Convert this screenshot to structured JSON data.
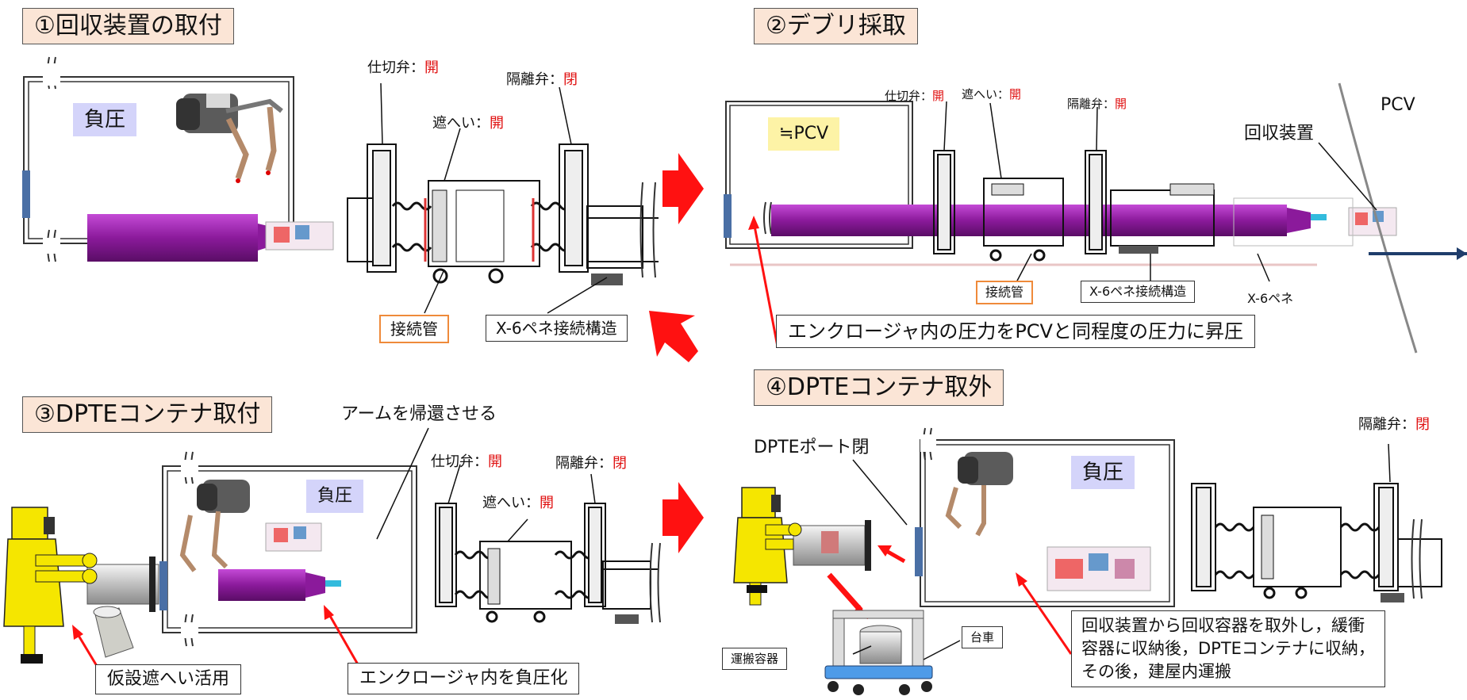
{
  "steps": {
    "s1": "①回収装置の取付",
    "s2": "②デブリ採取",
    "s3": "③DPTEコンテナ取付",
    "s4": "④DPTEコンテナ取外"
  },
  "labels": {
    "gate_valve": "仕切弁：",
    "isolation_valve": "隔離弁：",
    "shield": "遮へい：",
    "open": "開",
    "closed": "閉",
    "negative_pressure": "負圧",
    "approx_pcv": "≒PCV",
    "pcv": "PCV",
    "recovery_device": "回収装置",
    "connecting_pipe": "接続管",
    "x6_connection": "X-6ペネ接続構造",
    "x6_pene": "X-6ペネ",
    "return_arm": "アームを帰還させる",
    "dpte_port_closed": "DPTEポート閉",
    "transport_container": "運搬容器",
    "cart": "台車"
  },
  "notes": {
    "pressurize": "エンクロージャ内の圧力をPCVと同程度の圧力に昇圧",
    "temp_shield": "仮設遮へい活用",
    "depressurize": "エンクロージャ内を負圧化",
    "remove_line1": "回収装置から回収容器を取外し，緩衝",
    "remove_line2": "容器に収納後，DPTEコンテナに収納，",
    "remove_line3": "その後，建屋内運搬"
  },
  "colors": {
    "title_bg": "#fbe5d6",
    "red": "#e01010",
    "purple": "#8b1a9b",
    "pressure_bg": "#d4d4fa",
    "pcv_bg": "#fdf3a6",
    "worker": "#f5e600"
  }
}
